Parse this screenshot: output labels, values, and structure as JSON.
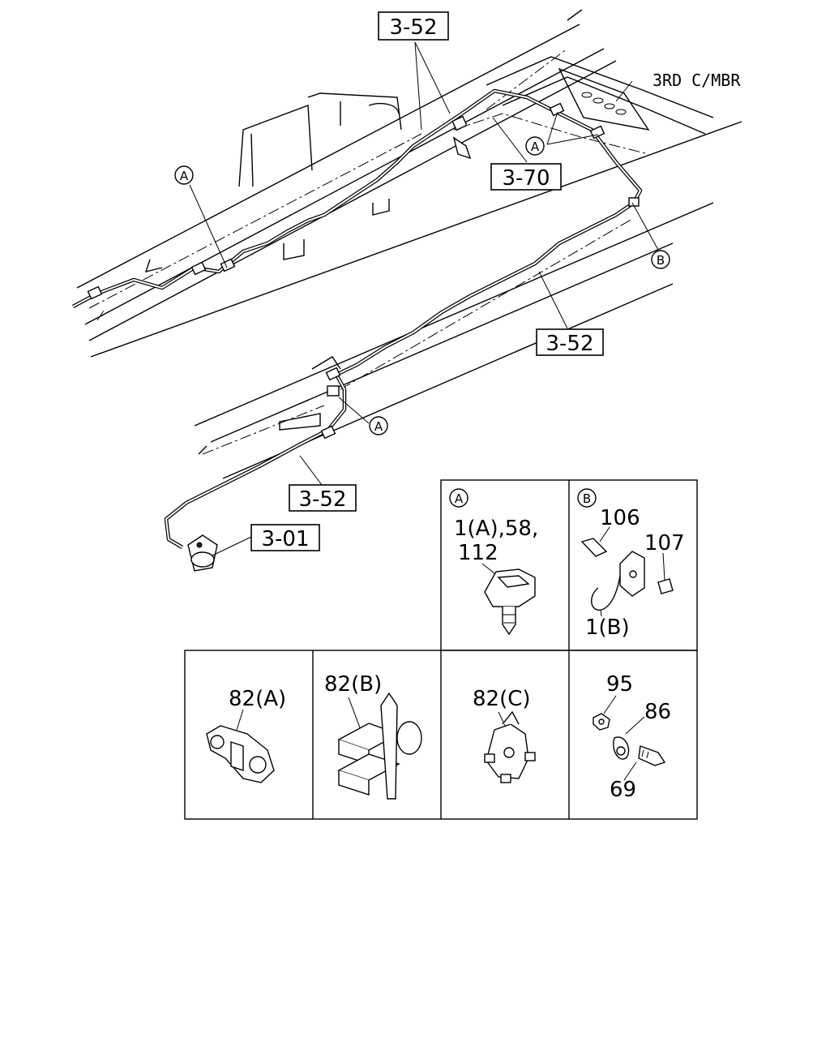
{
  "callouts": {
    "ref_top": "3-52",
    "ref_mid": "3-70",
    "ref_right": "3-52",
    "ref_low": "3-52",
    "ref_base": "3-01",
    "member_label": "3RD C/MBR"
  },
  "markers": {
    "a": "A",
    "b": "B"
  },
  "detail_panels": {
    "panel_a_letter": "A",
    "panel_a_line1": "1(A),58,",
    "panel_a_line2": "112",
    "panel_b_letter": "B",
    "panel_b_top": "106",
    "panel_b_right": "107",
    "panel_b_bottom": "1(B)",
    "clip_82a": "82(A)",
    "clip_82b": "82(B)",
    "clip_82c": "82(C)",
    "hw_95": "95",
    "hw_86": "86",
    "hw_69": "69"
  }
}
